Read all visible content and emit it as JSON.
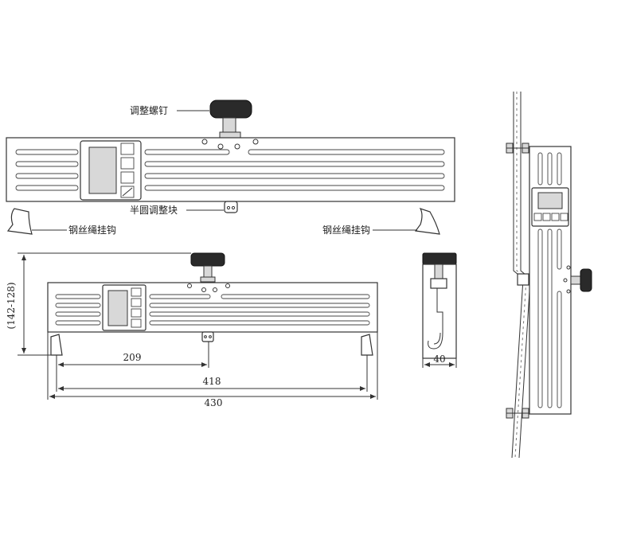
{
  "labels": {
    "adjust_screw": "调整螺钉",
    "half_circle_block": "半圆调整块",
    "wire_hook_left": "钢丝绳挂钩",
    "wire_hook_right": "钢丝绳挂钩"
  },
  "dimensions": {
    "height_range": "(142-128)",
    "hook_span_half": "209",
    "hook_span": "418",
    "total_length": "430",
    "side_width": "40"
  },
  "colors": {
    "line": "#333333",
    "knob": "#2a2a2a",
    "background": "#ffffff"
  },
  "icons": [
    "knob-icon",
    "hook-icon",
    "display-screen-icon",
    "keypad-button-icon",
    "wire-rope-icon"
  ]
}
